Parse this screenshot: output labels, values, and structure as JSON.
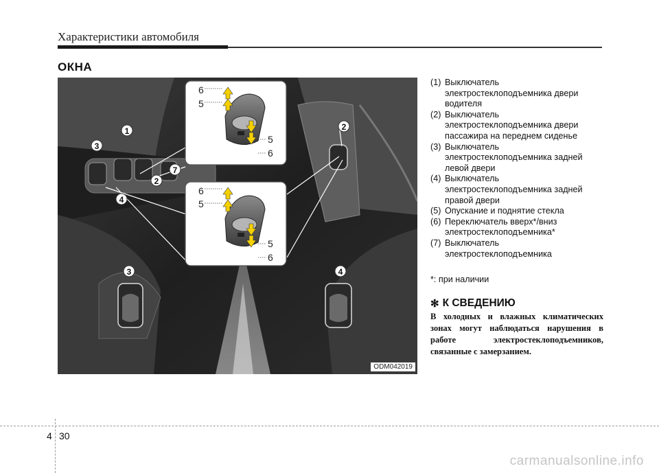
{
  "header": {
    "title": "Характеристики автомобиля"
  },
  "section": {
    "title": "ОКНА"
  },
  "figure": {
    "image_code": "ODM042019",
    "callouts": [
      "1",
      "2",
      "3",
      "4",
      "7",
      "2",
      "3",
      "4"
    ],
    "inset_top_labels": [
      "6",
      "5",
      "5",
      "6"
    ],
    "inset_bottom_labels": [
      "6",
      "5",
      "5",
      "6"
    ]
  },
  "items": [
    {
      "num": "(1)",
      "text": "Выключатель электростеклоподъемника двери водителя"
    },
    {
      "num": "(2)",
      "text": "Выключатель электростеклоподъемника двери пассажира на переднем сиденье"
    },
    {
      "num": "(3)",
      "text": "Выключатель электростеклоподъемника задней левой двери"
    },
    {
      "num": "(4)",
      "text": "Выключатель электростеклоподъемника задней правой двери"
    },
    {
      "num": "(5)",
      "text": "Опускание и поднятие стекла"
    },
    {
      "num": "(6)",
      "text": "Переключатель вверх*/вниз электростеклоподъемника*"
    },
    {
      "num": "(7)",
      "text": "Выключатель электростеклоподъемника"
    }
  ],
  "note": "*: при наличии",
  "info": {
    "title": "К СВЕДЕНИЮ",
    "body": "В холодных и влажных климатических зонах могут наблюдаться нарушения в работе электростеклоподъемников, связанные с замерзанием."
  },
  "footer": {
    "chapter": "4",
    "page": "30"
  },
  "watermark": "carmanualsonline.info"
}
